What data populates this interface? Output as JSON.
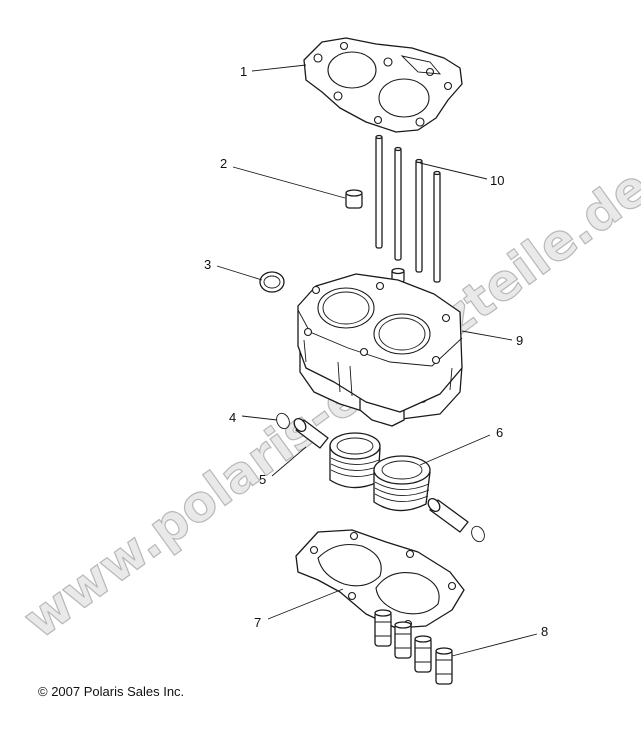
{
  "watermark": "www.polaris-ersatzteile.de",
  "copyright": "© 2007 Polaris Sales Inc.",
  "callouts": [
    {
      "number": "1",
      "part": "cylinder-head-gasket"
    },
    {
      "number": "2",
      "part": "dowel-pin"
    },
    {
      "number": "3",
      "part": "plug-seal"
    },
    {
      "number": "4",
      "part": "piston-pin-circlip"
    },
    {
      "number": "5",
      "part": "piston-pin"
    },
    {
      "number": "6",
      "part": "piston-assembly"
    },
    {
      "number": "7",
      "part": "cylinder-base-gasket"
    },
    {
      "number": "8",
      "part": "bushing"
    },
    {
      "number": "9",
      "part": "cylinder"
    },
    {
      "number": "10",
      "part": "stud"
    }
  ]
}
